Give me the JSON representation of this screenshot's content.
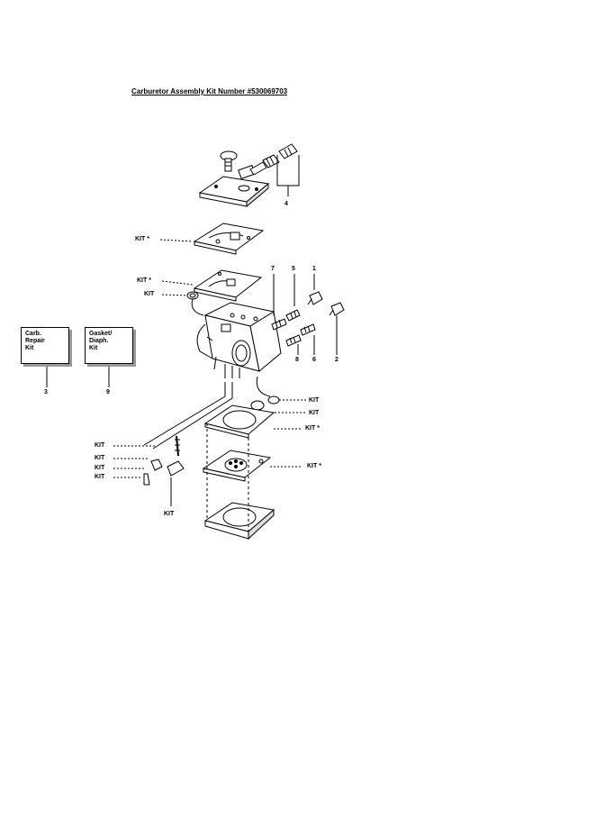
{
  "title": "Carburetor Assembly Kit Number #530069703",
  "callouts": {
    "n4": "4",
    "n7": "7",
    "n5": "5",
    "n1": "1",
    "n8": "8",
    "n6": "6",
    "n2": "2",
    "n3": "3",
    "n9": "9"
  },
  "kit_label": "KIT",
  "kit_label_star": "KIT *",
  "boxes": {
    "repair_kit": [
      "Carb.",
      "Repair",
      "Kit"
    ],
    "gasket_kit": [
      "Gasket/",
      "Diaph.",
      "Kit"
    ]
  }
}
